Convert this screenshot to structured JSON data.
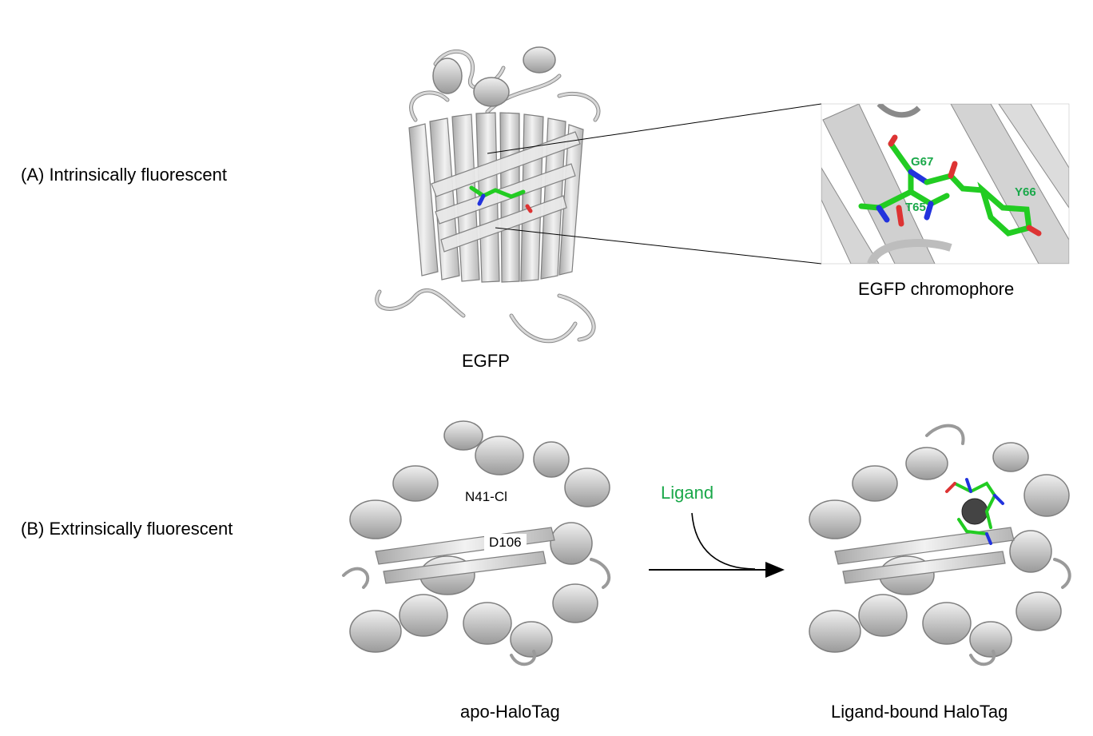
{
  "rows": {
    "a_label": "(A) Intrinsically fluorescent",
    "b_label": "(B) Extrinsically fluorescent"
  },
  "egfp": {
    "caption": "EGFP",
    "chromophore_caption": "EGFP chromophore",
    "residues": [
      "G67",
      "T65",
      "Y66"
    ]
  },
  "halotag": {
    "apo_caption": "apo-HaloTag",
    "bound_caption": "Ligand-bound HaloTag",
    "site_1": "N41-Cl",
    "site_2": "D106",
    "arrow_label": "Ligand"
  },
  "colors": {
    "protein": "#c9c9c9",
    "protein_edge": "#7f7f7f",
    "chromophore": "#22cc22",
    "nitrogen": "#2233dd",
    "oxygen": "#dd3333",
    "label_green": "#1aa84a"
  }
}
